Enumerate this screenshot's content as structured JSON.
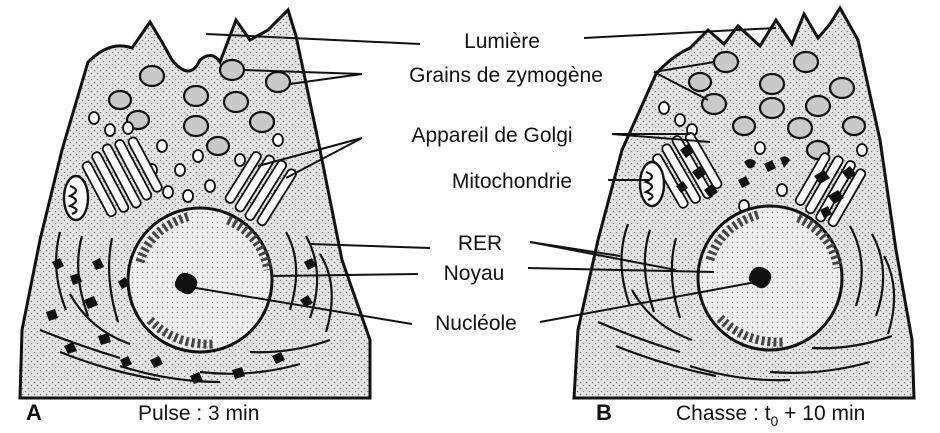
{
  "labels": {
    "lumiere": "Lumière",
    "zymogene": "Grains de zymogène",
    "golgi": "Appareil de Golgi",
    "mitochondrie": "Mitochondrie",
    "rer": "RER",
    "noyau": "Noyau",
    "nucleole": "Nucléole"
  },
  "panels": {
    "a": {
      "letter": "A",
      "caption": "Pulse : 3 min"
    },
    "b": {
      "letter": "B",
      "caption_prefix": "Chasse : t",
      "caption_sub": "0",
      "caption_suffix": " + 10 min"
    }
  }
}
